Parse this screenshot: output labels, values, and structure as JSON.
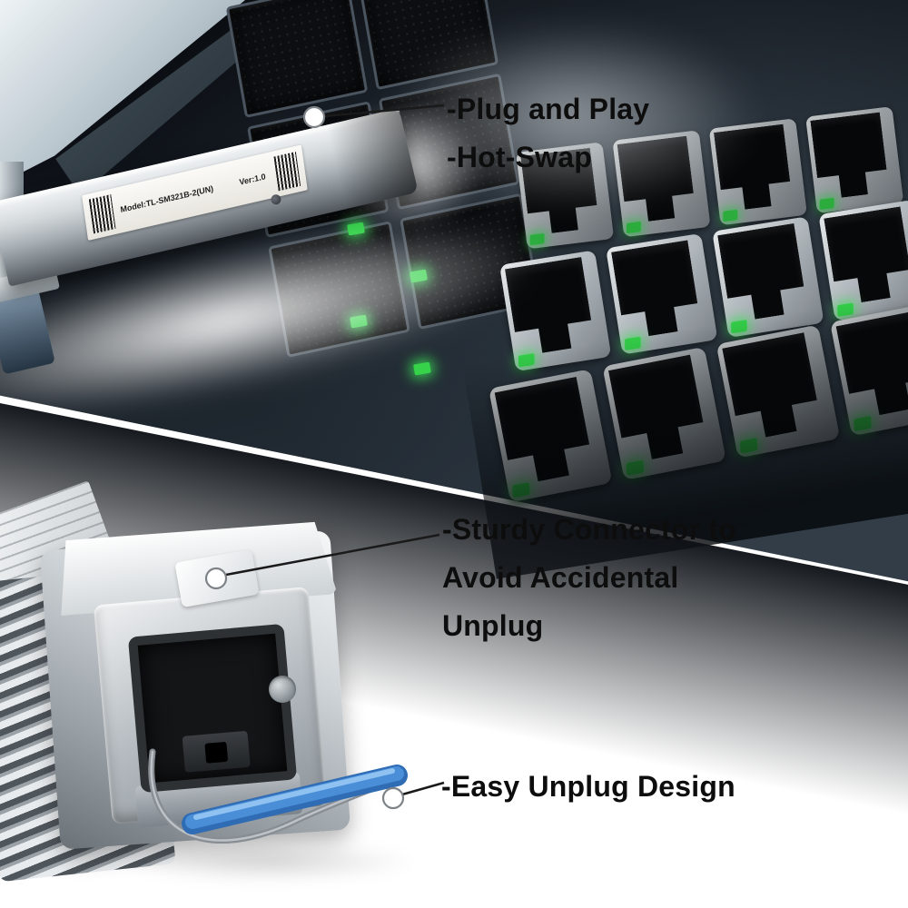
{
  "annotations": {
    "plug_and_play": "-Plug and Play",
    "hot_swap": "-Hot-Swap",
    "sturdy_line1": "-Sturdy Connector to",
    "sturdy_line2": "Avoid Accidental",
    "sturdy_line3": "Unplug",
    "easy_unplug": "-Easy Unplug Design"
  },
  "sfp_module": {
    "model_label": "Model:TL-SM321B-2(UN)",
    "version_label": "Ver:1.0"
  },
  "colors": {
    "led_green": "#35d24a",
    "latch_blue": "#3f8ede",
    "annotation_text": "#0d0d0d"
  }
}
